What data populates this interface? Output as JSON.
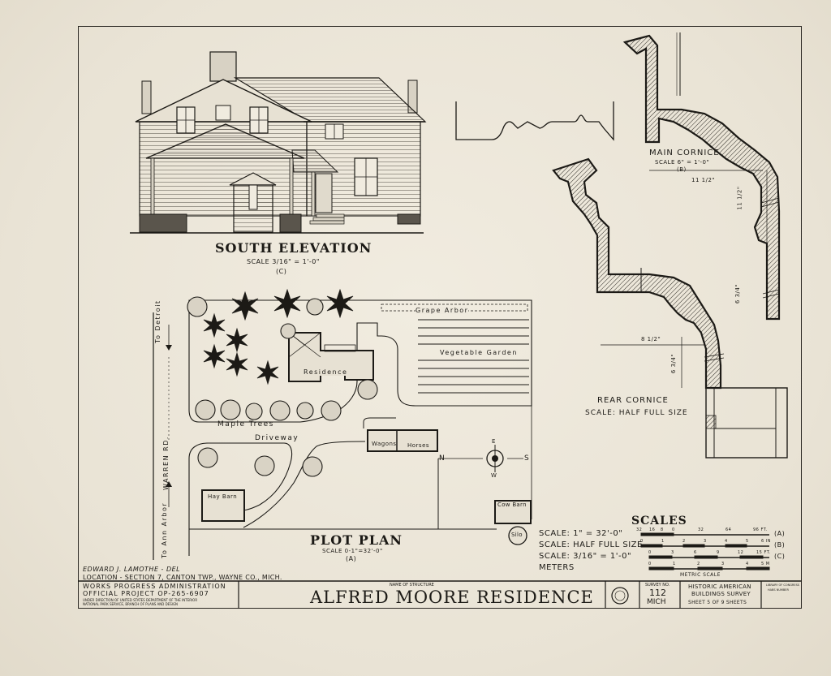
{
  "south_elevation": {
    "title": "SOUTH ELEVATION",
    "scale": "SCALE 3/16\" = 1'-0\"",
    "ref": "(C)"
  },
  "main_cornice": {
    "title": "MAIN CORNICE",
    "scale": "SCALE 6\" = 1'-0\"",
    "ref": "(B)",
    "dims": [
      "11 1/2\"",
      "11 1/2\"",
      "6 3/4\""
    ]
  },
  "rear_cornice": {
    "title": "REAR CORNICE",
    "scale": "SCALE: HALF FULL SIZE",
    "dims": [
      "8 1/2\"",
      "6 3/4\""
    ]
  },
  "plot_plan": {
    "title": "PLOT PLAN",
    "scale": "SCALE 0-1\"=32'-0\"",
    "ref": "(A)",
    "labels": {
      "to_detroit": "To Detroit",
      "warren_rd": "WARREN RD.",
      "to_ann_arbor": "To Ann Arbor",
      "grape_arbor": "Grape Arbor",
      "vegetable_garden": "Vegetable Garden",
      "residence": "Residence",
      "maple_trees": "Maple Trees",
      "driveway": "Driveway",
      "wagons": "Wagons",
      "horses": "Horses",
      "hay_barn": "Hay Barn",
      "cow_barn": "Cow Barn",
      "silo": "Silo",
      "north": "N",
      "south": "S",
      "east": "E",
      "west": "W"
    }
  },
  "scales": {
    "title": "SCALES",
    "rows": [
      {
        "label": "SCALE: 1\" = 32'-0\"",
        "ticks": [
          "32",
          "16",
          "8",
          "0",
          "32",
          "64",
          "96 FT."
        ],
        "ref": "(A)"
      },
      {
        "label": "SCALE: HALF FULL SIZE",
        "ticks": [
          "0",
          "1",
          "2",
          "3",
          "4",
          "5",
          "6 IN"
        ],
        "ref": "(B)"
      },
      {
        "label": "SCALE: 3/16\" = 1'-0\"",
        "ticks": [
          "0",
          "3",
          "6",
          "9",
          "12",
          "15 FT."
        ],
        "ref": "(C)"
      },
      {
        "label": "METERS",
        "ticks": [
          "0",
          "1",
          "2",
          "3",
          "4",
          "5 M"
        ],
        "ref": ""
      }
    ],
    "metric_label": "METRIC SCALE"
  },
  "credits": {
    "delineator": "EDWARD J. LAMOTHE - DEL",
    "location": "LOCATION - SECTION 7, CANTON TWP., WAYNE CO., MICH."
  },
  "title_block": {
    "wpa_line1": "WORKS PROGRESS ADMINISTRATION",
    "wpa_line2": "OFFICIAL PROJECT OP-265-6907",
    "wpa_line3": "UNDER DIRECTION OF UNITED STATES DEPARTMENT OF THE INTERIOR",
    "wpa_line4": "NATIONAL PARK SERVICE, BRANCH OF PLANS AND DESIGN",
    "name_label": "NAME OF STRUCTURE",
    "structure_name": "ALFRED MOORE RESIDENCE",
    "survey_label": "SURVEY NO.",
    "survey_no": "112",
    "survey_state": "MICH",
    "habs_line1": "HISTORIC AMERICAN",
    "habs_line2": "BUILDINGS SURVEY",
    "sheet_text": "SHEET 5 OF 9 SHEETS",
    "library_line1": "LIBRARY OF CONGRESS",
    "library_line2": "HABS NUMBER"
  }
}
